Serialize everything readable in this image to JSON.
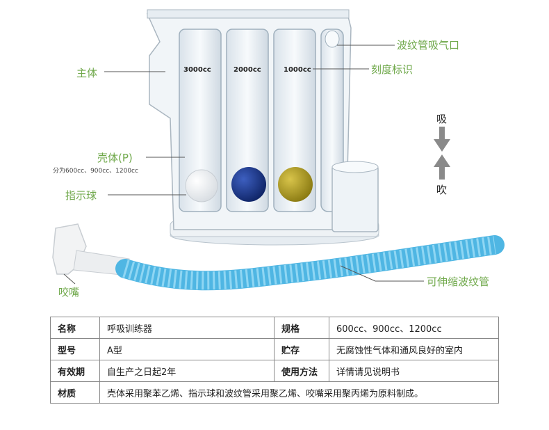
{
  "colors": {
    "label": "#6fa84a",
    "line": "#555555",
    "tube": "#5bc2ea",
    "ball_white": "#f0f0f0",
    "ball_blue": "#1e3b8c",
    "ball_yellow": "#b8a424"
  },
  "product": {
    "chambers": [
      {
        "scale_label": "3000cc",
        "ball": "white"
      },
      {
        "scale_label": "2000cc",
        "ball": "blue"
      },
      {
        "scale_label": "1000cc",
        "ball": "yellow"
      }
    ]
  },
  "labels": {
    "main_body": "主体",
    "shell": "壳体(P)",
    "shell_note": "分为600cc、900cc、1200cc",
    "indicator_ball": "指示球",
    "mouthpiece": "咬嘴",
    "bellows_inlet": "波纹管吸气口",
    "scale_mark": "刻度标识",
    "flexible_tube": "可伸缩波纹管"
  },
  "direction": {
    "inhale": "吸",
    "exhale": "吹"
  },
  "spec_table": [
    [
      "名称",
      "呼吸训练器",
      "规格",
      "600cc、900cc、1200cc"
    ],
    [
      "型号",
      "A型",
      "贮存",
      "无腐蚀性气体和通风良好的室内"
    ],
    [
      "有效期",
      "自生产之日起2年",
      "使用方法",
      "详情请见说明书"
    ],
    [
      "材质",
      "壳体采用聚苯乙烯、指示球和波纹管采用聚乙烯、咬嘴采用聚丙烯为原料制成。"
    ]
  ]
}
